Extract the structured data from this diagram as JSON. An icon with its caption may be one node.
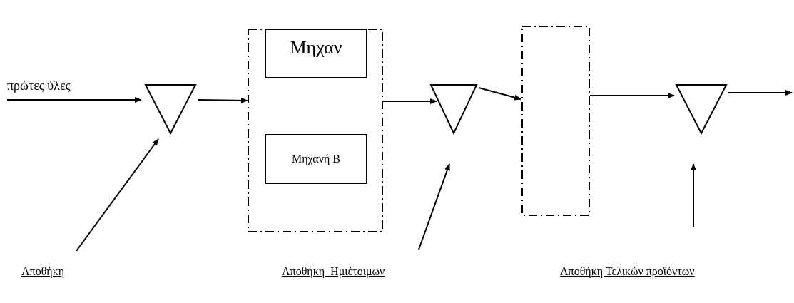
{
  "diagram": {
    "nodes": [
      {
        "text": [],
        "shape": "triangle"
      },
      {
        "text": [],
        "shape": "box"
      },
      {
        "text": [
          "Μηχαν"
        ],
        "in": 1
      },
      {
        "text": [
          "Μηχανή Β"
        ],
        "in": 1
      },
      {
        "text": [],
        "shape": "triangle"
      },
      {
        "text": [],
        "shape": "box"
      },
      {
        "text": [],
        "shape": "triangle"
      },
      {
        "text": [
          "Αποθήκη"
        ]
      },
      {
        "text": [
          "Αποθήκη  Ημιέτοιμων"
        ]
      },
      {
        "text": [
          "Αποθήκη Τελικών προϊόντων"
        ]
      }
    ],
    "edges": [
      {
        "from": null,
        "to": 0,
        "arrow": "to",
        "label": "πρώτες ύλες"
      },
      {
        "from": 0,
        "to": 1,
        "arrow": "to"
      },
      {
        "from": 1,
        "to": 4,
        "arrow": "to"
      },
      {
        "from": 4,
        "to": 5,
        "arrow": "to"
      },
      {
        "from": 5,
        "to": 6,
        "arrow": "to"
      },
      {
        "from": 6,
        "to": null,
        "arrow": "to"
      },
      {
        "from": 7,
        "to": 0,
        "arrow": "to"
      },
      {
        "from": 8,
        "to": 4,
        "arrow": "to"
      },
      {
        "from": 9,
        "to": 6,
        "arrow": "to"
      }
    ]
  }
}
